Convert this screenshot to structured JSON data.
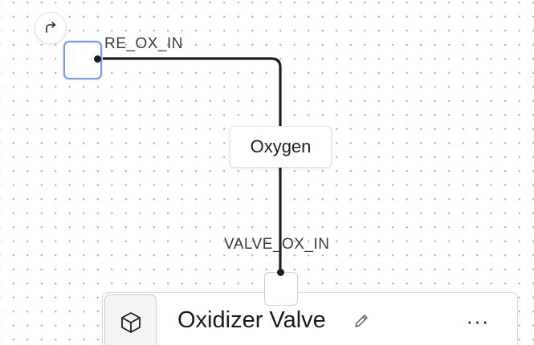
{
  "toolbar": {
    "redo_icon": "redo-arrow-icon"
  },
  "source_node": {
    "port_label": "RE_OX_IN"
  },
  "edge": {
    "label": "Oxygen",
    "color": "#1e1e1e"
  },
  "target_port": {
    "label": "VALVE_OX_IN"
  },
  "node": {
    "title": "Oxidizer Valve",
    "icon": "cube-icon",
    "edit_icon": "pencil-icon",
    "more_label": "···"
  },
  "colors": {
    "selection_border": "#7b9af0",
    "grid_dot": "#b9b9be",
    "background": "#ffffff"
  }
}
